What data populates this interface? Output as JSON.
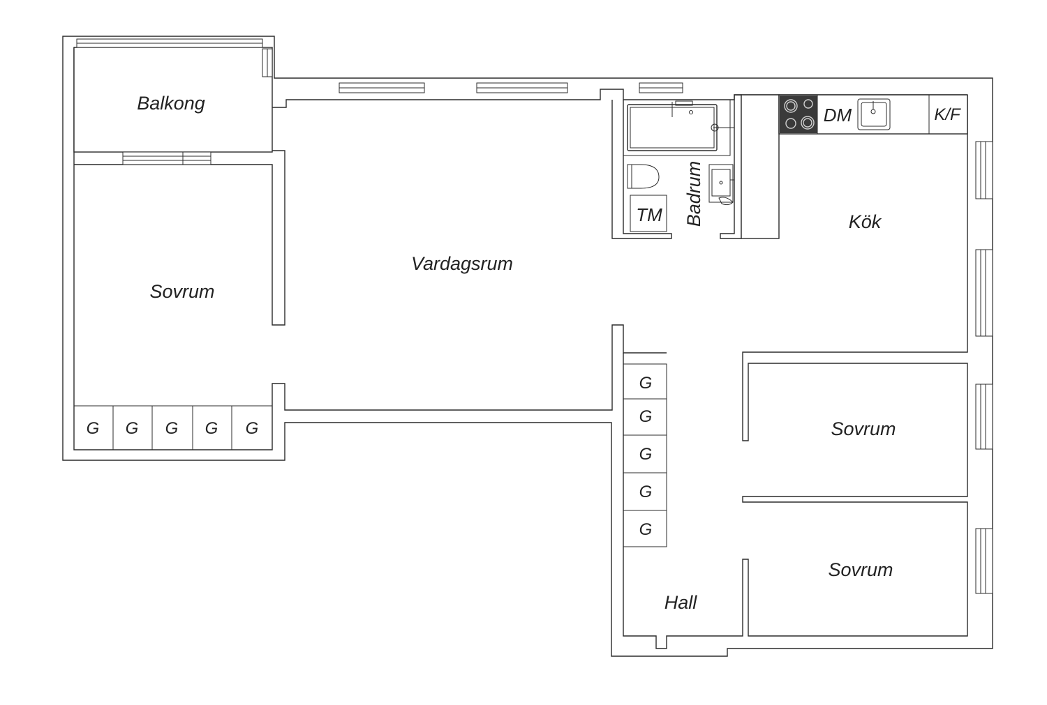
{
  "rooms": {
    "balkong": "Balkong",
    "sovrum_west": "Sovrum",
    "vardagsrum": "Vardagsrum",
    "badrum": "Badrum",
    "kok": "Kök",
    "sovrum_east_1": "Sovrum",
    "sovrum_east_2": "Sovrum",
    "hall": "Hall"
  },
  "fixtures": {
    "tm": "TM",
    "dm": "DM",
    "kf": "K/F"
  },
  "closets": {
    "west": [
      "G",
      "G",
      "G",
      "G",
      "G"
    ],
    "hall": [
      "G",
      "G",
      "G",
      "G",
      "G"
    ]
  },
  "colors": {
    "line": "#2b2b2b",
    "hob": "#3a3a3a",
    "background": "#ffffff"
  }
}
